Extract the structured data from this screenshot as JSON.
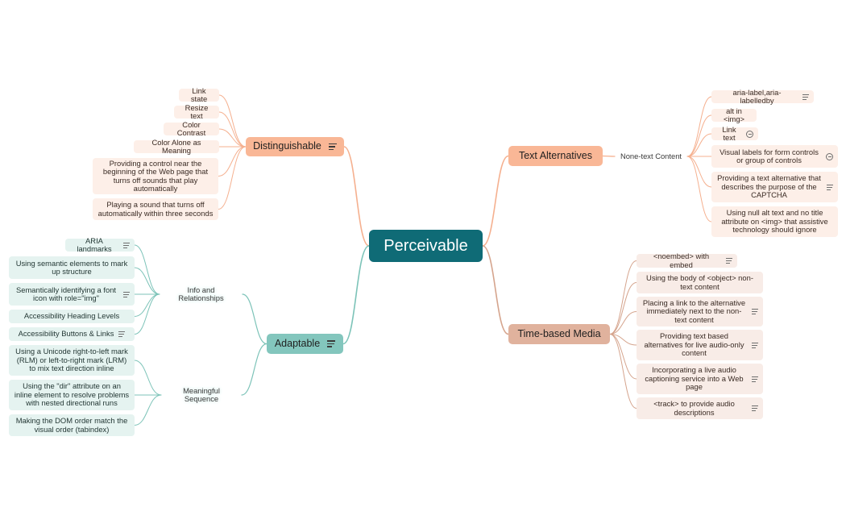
{
  "central": {
    "label": "Perceivable"
  },
  "colors": {
    "orange": "#f5b08f",
    "teal": "#7cc3b8",
    "tan": "#d5a48d",
    "central": "#0f6b76"
  },
  "distinguishable": {
    "label": "Distinguishable",
    "items": [
      "Link state",
      "Resize text",
      "Color Contrast",
      "Color Alone as Meaning",
      "Providing a control near the beginning of the Web page that turns off sounds that play automatically",
      "Playing a sound that turns off automatically within three seconds"
    ]
  },
  "adaptable": {
    "label": "Adaptable",
    "info": {
      "label": "Info and Relationships",
      "items": [
        "ARIA landmarks",
        "Using semantic elements to mark up structure",
        "Semantically identifying a font icon with role=\"img\"",
        "Accessibility Heading Levels",
        "Accessibility Buttons & Links"
      ]
    },
    "sequence": {
      "label": "Meaningful Sequence",
      "items": [
        "Using a Unicode right-to-left mark (RLM) or left-to-right mark (LRM) to mix text direction inline",
        "Using the \"dir\" attribute on an inline element to resolve problems with nested directional runs",
        "Making the DOM order match the visual order (tabindex)"
      ]
    }
  },
  "text_alternatives": {
    "label": "Text Alternatives",
    "sub": {
      "label": "None-text Content",
      "items": [
        "aria-label,aria-labelledby",
        "alt in <img>",
        "Link text",
        "Visual labels for form controls or group of controls",
        "Providing a text alternative that describes the purpose of the CAPTCHA",
        "Using null alt text and no title attribute on <img> that assistive technology should ignore"
      ]
    }
  },
  "time_based": {
    "label": "Time-based Media",
    "items": [
      "<noembed> with embed",
      "Using the body of <object> non-text content",
      "Placing a link to the alternative immediately next to the non-text content",
      "Providing text based alternatives for live audio-only content",
      "Incorporating a live audio captioning service into a Web page",
      "<track> to provide audio descriptions"
    ]
  }
}
